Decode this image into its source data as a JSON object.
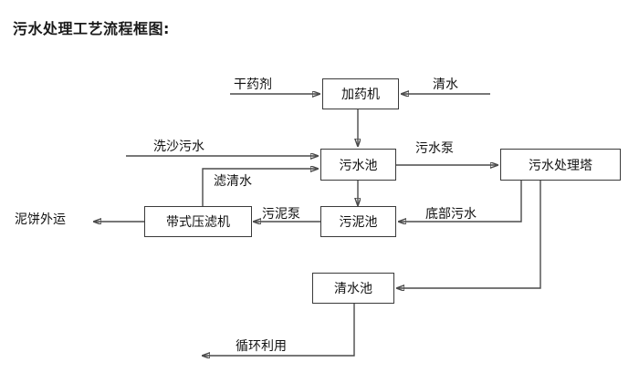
{
  "title": "污水处理工艺流程框图:",
  "diagram": {
    "type": "flowchart",
    "orientation": "left-to-right-with-feedback",
    "nodes": [
      {
        "id": "dosing-machine",
        "label": "加药机"
      },
      {
        "id": "sewage-pool",
        "label": "污水池"
      },
      {
        "id": "treatment-tower",
        "label": "污水处理塔"
      },
      {
        "id": "sludge-pool",
        "label": "污泥池"
      },
      {
        "id": "belt-filter-press",
        "label": "带式压滤机"
      },
      {
        "id": "clean-water-pool",
        "label": "清水池"
      }
    ],
    "edge_labels": [
      {
        "id": "dry-chemical",
        "label": "干药剂",
        "from": "external",
        "to": "dosing-machine"
      },
      {
        "id": "clean-water-in",
        "label": "清水",
        "from": "external",
        "to": "dosing-machine"
      },
      {
        "id": "sand-washing-sewage",
        "label": "洗沙污水",
        "from": "external",
        "to": "sewage-pool"
      },
      {
        "id": "filtered-clear-water",
        "label": "滤清水",
        "from": "belt-filter-press",
        "to": "sewage-pool"
      },
      {
        "id": "sewage-pump",
        "label": "污水泵",
        "from": "sewage-pool",
        "to": "treatment-tower"
      },
      {
        "id": "bottom-sewage",
        "label": "底部污水",
        "from": "treatment-tower",
        "to": "sludge-pool"
      },
      {
        "id": "sludge-pump",
        "label": "污泥泵",
        "from": "sludge-pool",
        "to": "belt-filter-press"
      },
      {
        "id": "mud-cake-transport",
        "label": "泥饼外运",
        "from": "belt-filter-press",
        "to": "external"
      },
      {
        "id": "recycling-reuse",
        "label": "循环利用",
        "from": "clean-water-pool",
        "to": "external"
      }
    ],
    "colors": {
      "background": "#ffffff",
      "line": "#4a4a4a",
      "box_border": "#3a3a3a",
      "text": "#111111",
      "title": "#1a1a1a"
    }
  }
}
